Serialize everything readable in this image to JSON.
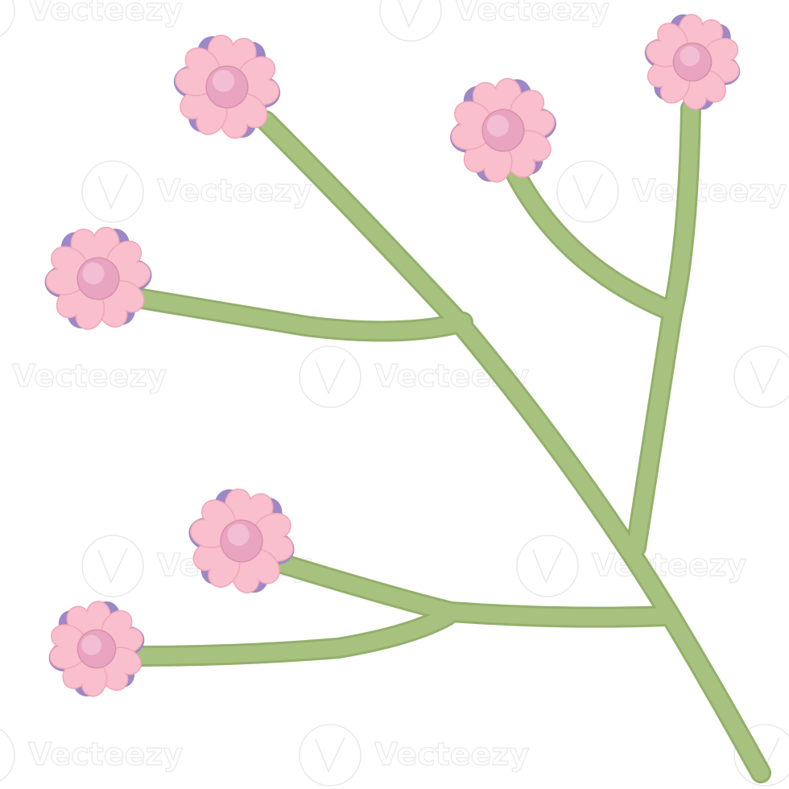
{
  "image": {
    "background": "#ffffff",
    "subject": "flower-sprig",
    "colors": {
      "stem": "#a7c27f",
      "stem_shade": "#93b06b",
      "petal": "#f9bfcc",
      "petal_edge": "#f1a6b8",
      "back_petal": "#9c88c6",
      "center": "#e9a4c0",
      "center_highlight": "#f3c9da"
    },
    "flower_count": 6
  },
  "watermark": {
    "text": "Vecteezy",
    "color": "#e4e4e4"
  }
}
